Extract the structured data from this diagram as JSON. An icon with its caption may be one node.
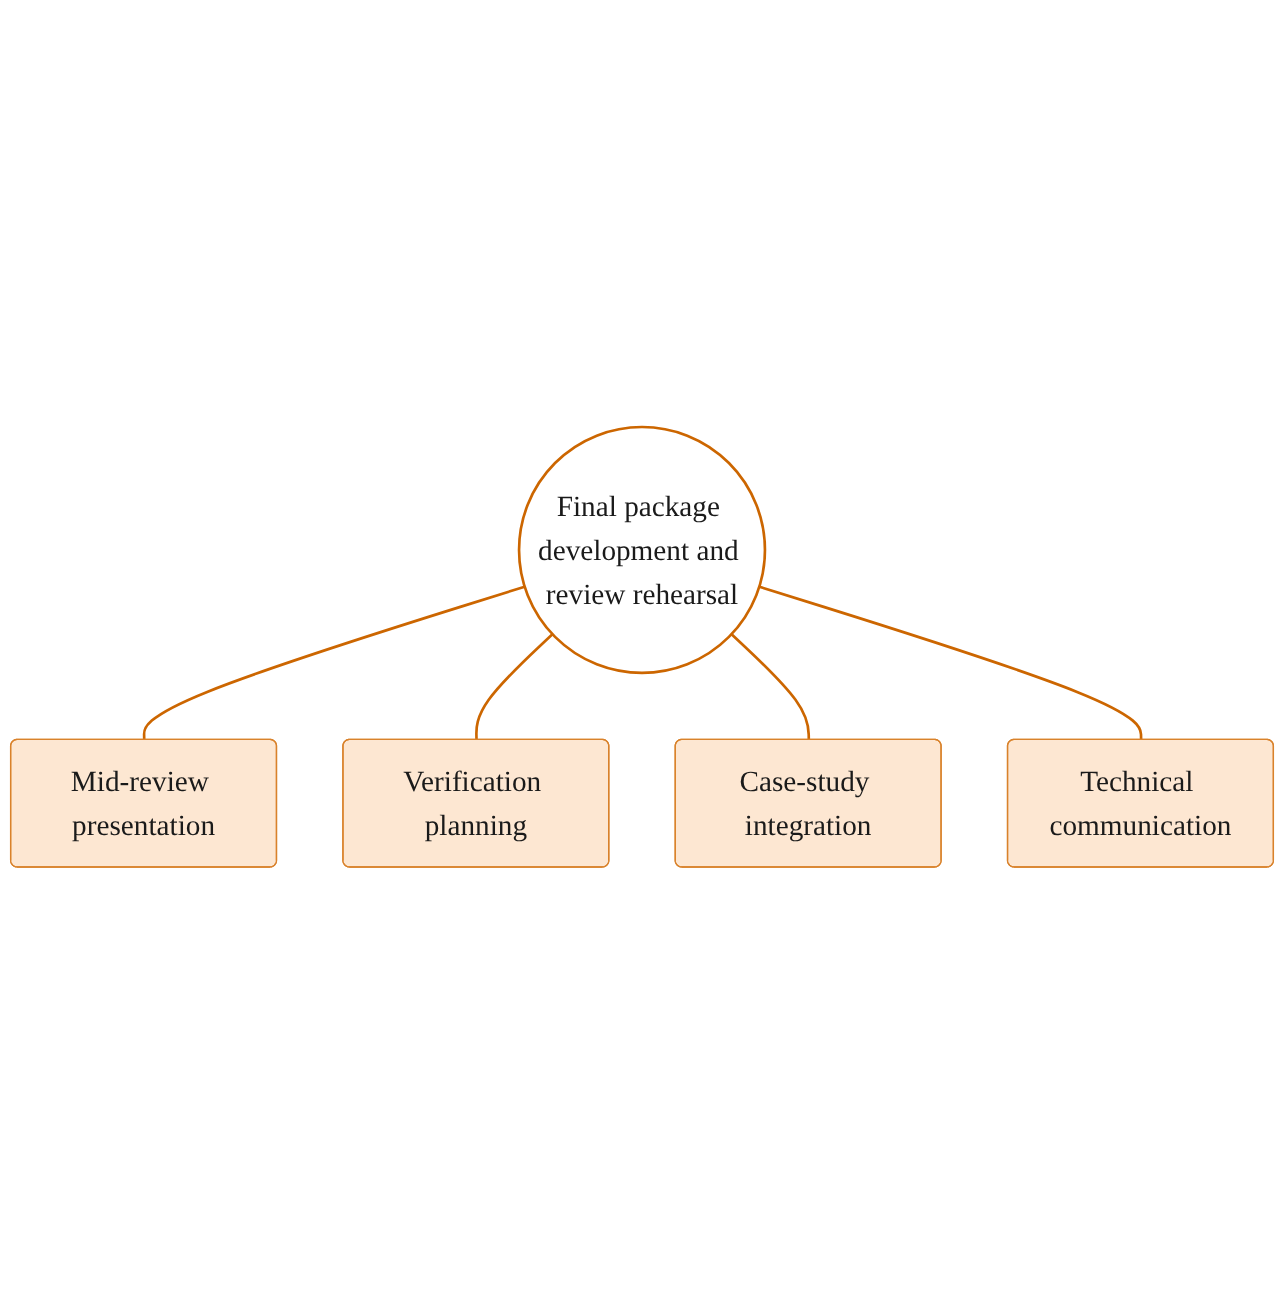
{
  "diagram": {
    "nodes": [
      {
        "text": [
          "Final package development and review rehearsal"
        ]
      },
      {
        "text": [
          "Mid-review presentation"
        ]
      },
      {
        "text": [
          "Verification planning"
        ]
      },
      {
        "text": [
          "Case-study integration"
        ]
      },
      {
        "text": [
          "Technical communication"
        ]
      }
    ],
    "edges": [
      {
        "from": 0,
        "to": 1,
        "arrow": "none"
      },
      {
        "from": 0,
        "to": 2,
        "arrow": "none"
      },
      {
        "from": 0,
        "to": 3,
        "arrow": "none"
      },
      {
        "from": 0,
        "to": 4,
        "arrow": "none"
      }
    ]
  }
}
